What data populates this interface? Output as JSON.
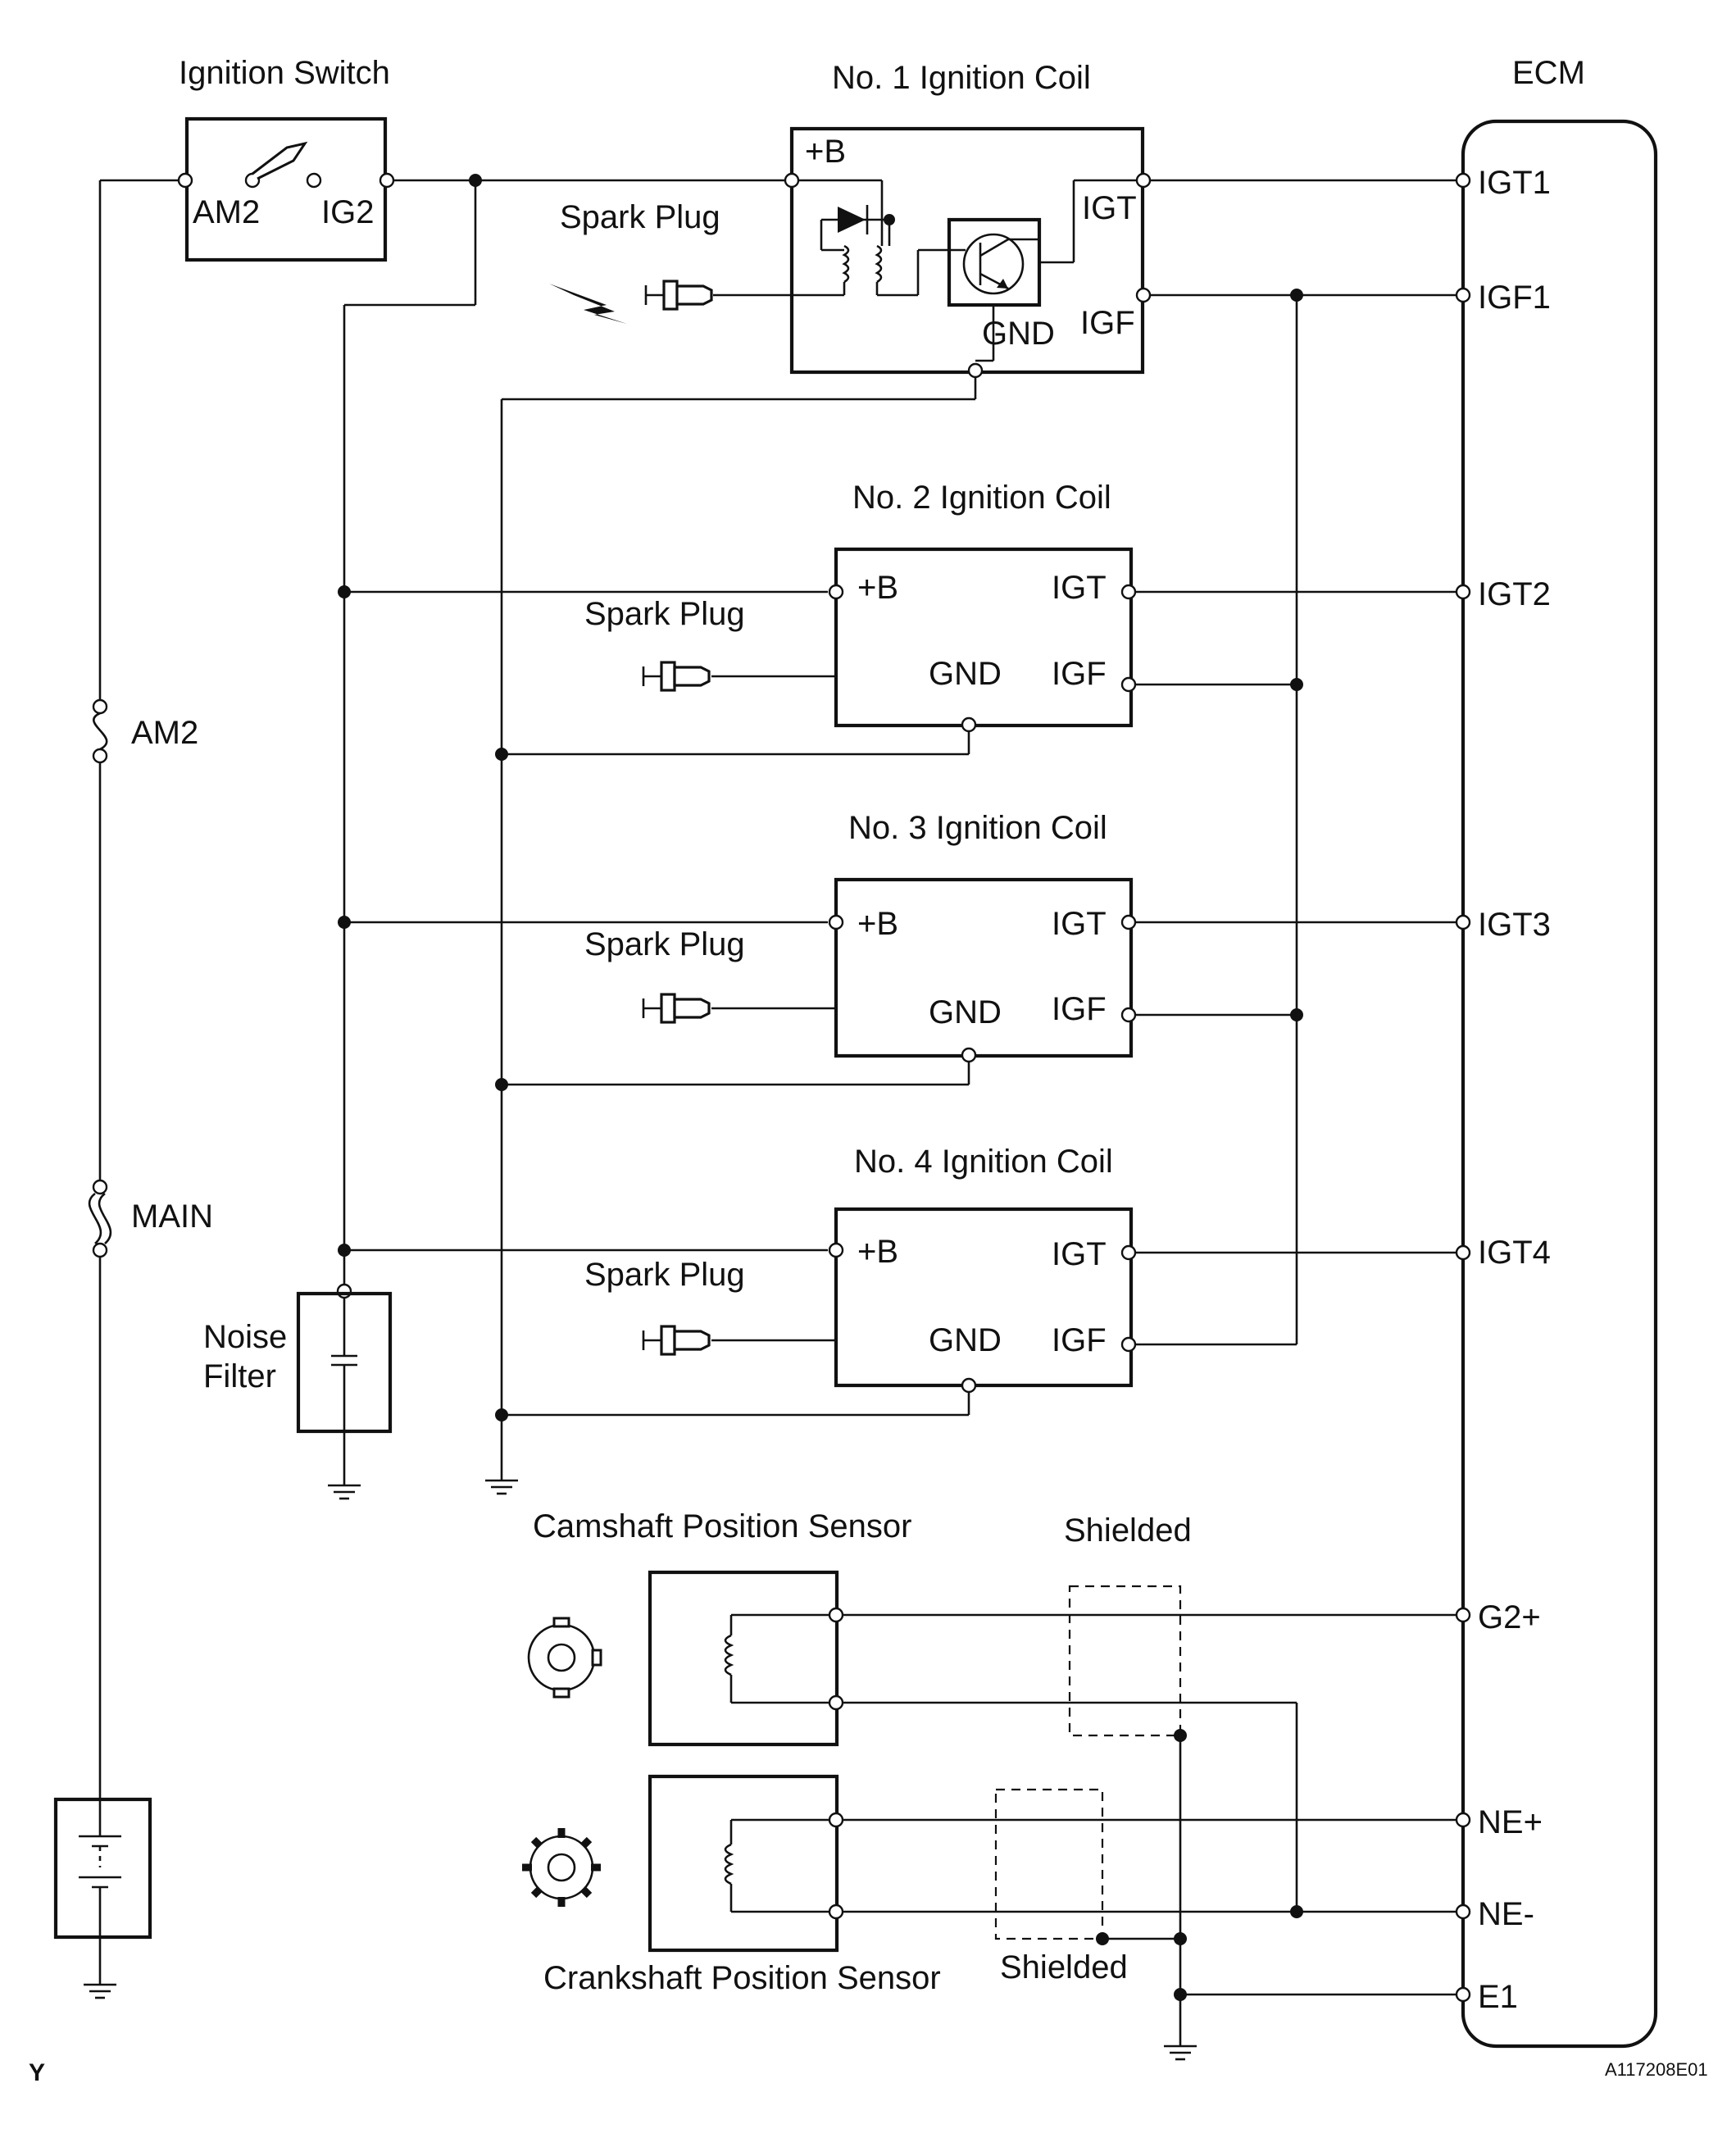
{
  "components": {
    "ignition_switch": {
      "title": "Ignition Switch",
      "left_pin": "AM2",
      "right_pin": "IG2"
    },
    "coil1": {
      "title": "No. 1 Ignition Coil",
      "plus_b": "+B",
      "igt": "IGT",
      "igf": "IGF",
      "gnd": "GND"
    },
    "coil2": {
      "title": "No. 2 Ignition Coil",
      "plus_b": "+B",
      "igt": "IGT",
      "igf": "IGF",
      "gnd": "GND"
    },
    "coil3": {
      "title": "No. 3 Ignition Coil",
      "plus_b": "+B",
      "igt": "IGT",
      "igf": "IGF",
      "gnd": "GND"
    },
    "coil4": {
      "title": "No. 4 Ignition Coil",
      "plus_b": "+B",
      "igt": "IGT",
      "igf": "IGF",
      "gnd": "GND"
    },
    "spark_plug_label": "Spark Plug",
    "ecm": {
      "title": "ECM"
    },
    "noise_filter": {
      "line1": "Noise",
      "line2": "Filter"
    },
    "fuse_am2": "AM2",
    "fuse_main": "MAIN",
    "camshaft_sensor": "Camshaft Position Sensor",
    "crankshaft_sensor": "Crankshaft Position Sensor",
    "shielded_top": "Shielded",
    "shielded_bottom": "Shielded"
  },
  "ecm_terminals": [
    "IGT1",
    "IGF1",
    "IGT2",
    "IGT3",
    "IGT4",
    "G2+",
    "NE+",
    "NE-",
    "E1"
  ],
  "footer": {
    "left_mark": "Y",
    "figure_code": "A117208E01"
  },
  "icons": [
    "spark-icon",
    "ground-symbol-icon",
    "battery-icon",
    "fuse-icon",
    "capacitor-icon",
    "transistor-icon",
    "diode-icon",
    "coil-icon",
    "gear-icon"
  ]
}
